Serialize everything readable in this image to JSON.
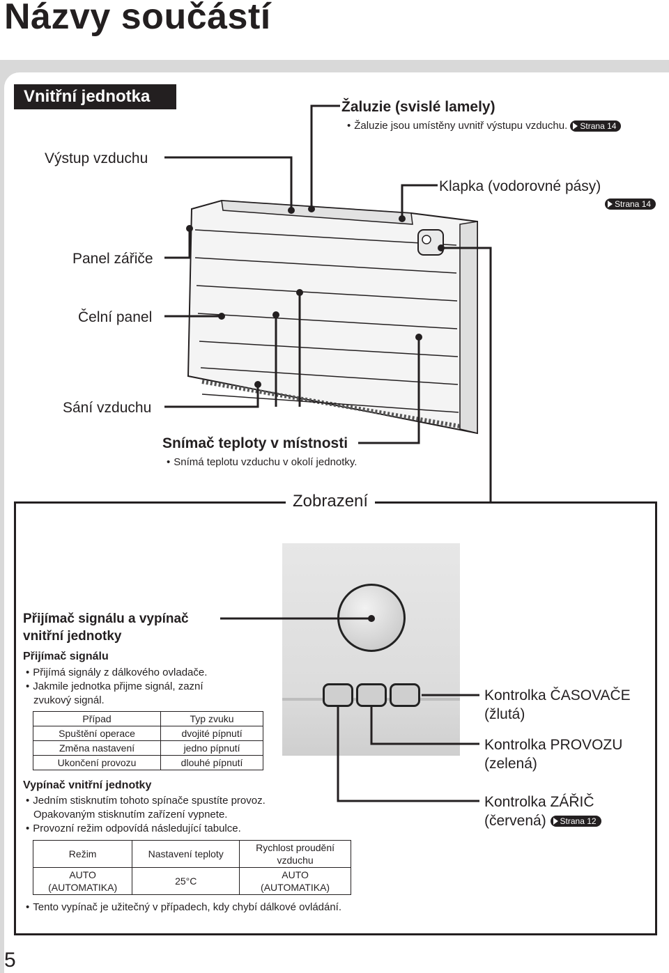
{
  "page": {
    "title": "Názvy součástí",
    "number": "5"
  },
  "section": {
    "header": "Vnitřní jednotka"
  },
  "refs": {
    "strana14": "Strana 14",
    "strana12": "Strana 12"
  },
  "labels": {
    "zaluzie_title": "Žaluzie (svislé lamely)",
    "zaluzie_desc": "Žaluzie jsou umístěny uvnitř výstupu vzduchu.",
    "vystup": "Výstup vzduchu",
    "klapka": "Klapka (vodorovné pásy)",
    "panel_zarice": "Panel zářiče",
    "celni_panel": "Čelní panel",
    "sani": "Sání vzduchu",
    "snimac_title": "Snímač teploty v místnosti",
    "snimac_desc": "Snímá teplotu vzduchu v okolí jednotky."
  },
  "display": {
    "title": "Zobrazení",
    "receiver_heading": [
      "Přijímač signálu a vypínač",
      "vnitřní jednotky"
    ],
    "receiver_sub": "Přijímač signálu",
    "receiver_bullets": [
      "Přijímá signály z dálkového ovladače.",
      "Jakmile jednotka přijme signál, zazní",
      "zvukový signál."
    ],
    "sound_table": {
      "headers": [
        "Případ",
        "Typ zvuku"
      ],
      "rows": [
        [
          "Spuštění operace",
          "dvojité pípnutí"
        ],
        [
          "Změna nastavení",
          "jedno pípnutí"
        ],
        [
          "Ukončení provozu",
          "dlouhé pípnutí"
        ]
      ]
    },
    "switch_sub": "Vypínač vnitřní jednotky",
    "switch_bullets": [
      "Jedním stisknutím tohoto spínače spustíte provoz.",
      "Opakovaným stisknutím zařízení vypnete.",
      "Provozní režim odpovídá následující tabulce."
    ],
    "mode_table": {
      "headers": [
        "Režim",
        "Nastavení teploty",
        "Rychlost proudění",
        "vzduchu"
      ],
      "row": [
        "AUTO",
        "(AUTOMATIKA)",
        "25°C",
        "AUTO",
        "(AUTOMATIKA)"
      ]
    },
    "final_note": "Tento vypínač je užitečný v případech, kdy chybí dálkové ovládání.",
    "lamps": {
      "timer": [
        "Kontrolka ČASOVAČE",
        "(žlutá)"
      ],
      "operation": [
        "Kontrolka PROVOZU",
        "(zelená)"
      ],
      "radiant": [
        "Kontrolka ZÁŘIČ",
        "(červená)"
      ]
    }
  },
  "colors": {
    "ink": "#231f20",
    "band": "#d9d9d9",
    "panel": "#e0e0e0"
  }
}
